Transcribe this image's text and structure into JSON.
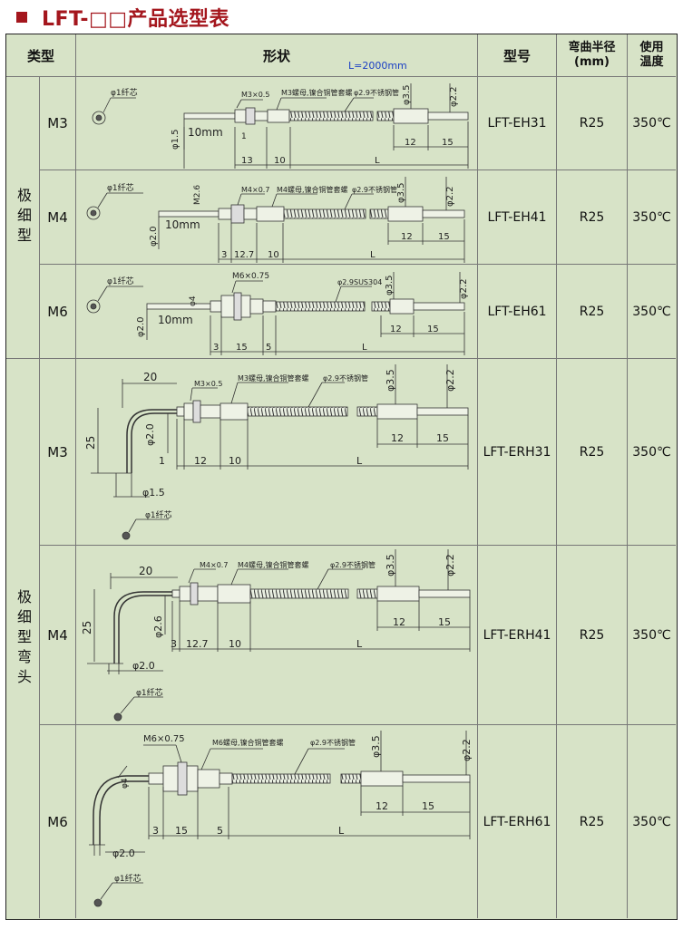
{
  "title": "LFT-□□产品选型表",
  "headers": {
    "type": "类型",
    "shape": "形状",
    "length_note": "L=2000mm",
    "model": "型号",
    "bend_radius_line1": "弯曲半径",
    "bend_radius_line2": "(mm)",
    "temp_line1": "使用",
    "temp_line2": "温度"
  },
  "categories": {
    "fine": "极细型",
    "fine_elbow": "极细型弯头"
  },
  "rows": [
    {
      "size": "M3",
      "model": "LFT-EH31",
      "radius": "R25",
      "temp": "350℃"
    },
    {
      "size": "M4",
      "model": "LFT-EH41",
      "radius": "R25",
      "temp": "350℃"
    },
    {
      "size": "M6",
      "model": "LFT-EH61",
      "radius": "R25",
      "temp": "350℃"
    },
    {
      "size": "M3",
      "model": "LFT-ERH31",
      "radius": "R25",
      "temp": "350℃"
    },
    {
      "size": "M4",
      "model": "LFT-ERH41",
      "radius": "R25",
      "temp": "350℃"
    },
    {
      "size": "M6",
      "model": "LFT-ERH61",
      "radius": "R25",
      "temp": "350℃"
    }
  ],
  "drawings": {
    "straight": [
      {
        "thread": "M3×0.5",
        "nut_note": "M3螺母,镍合铜管套螺",
        "tube": "φ2.9不锈钢管",
        "d_left": "φ1.5",
        "d_mid": "φ3.5",
        "d_tip": "φ2.2",
        "fiber": "φ1纤芯",
        "free_len": "10mm",
        "dims": [
          "13",
          "10",
          "L",
          "12",
          "15"
        ],
        "extra": "1"
      },
      {
        "thread": "M4×0.7",
        "nut_note": "M4螺母,镍合铜管套螺",
        "tube": "φ2.9不锈钢管",
        "d_left": "φ2.0",
        "d_mid": "φ3.5",
        "d_tip": "φ2.2",
        "fiber": "φ1纤芯",
        "free_len": "10mm",
        "dims": [
          "3",
          "12.7",
          "10",
          "L",
          "12",
          "15"
        ],
        "extra": "M2.6"
      },
      {
        "thread": "M6×0.75",
        "nut_note": "",
        "tube": "φ2.9SUS304",
        "d_left": "φ2.0",
        "d_mid": "φ3.5",
        "d_tip": "φ2.2",
        "fiber": "φ1纤芯",
        "free_len": "10mm",
        "dims": [
          "3",
          "15",
          "5",
          "L",
          "12",
          "15"
        ],
        "extra": "φ4"
      }
    ],
    "elbow": [
      {
        "thread": "M3×0.5",
        "nut_note": "M3螺母,镍合铜管套螺",
        "tube": "φ2.9不锈钢管",
        "d_bend": "φ2.0",
        "d_mid": "φ3.5",
        "d_tip": "φ2.2",
        "fiber": "φ1纤芯",
        "bend_w": "20",
        "bend_h": "25",
        "d_low": "φ1.5",
        "dims": [
          "1",
          "12",
          "10",
          "L",
          "12",
          "15"
        ]
      },
      {
        "thread": "M4×0.7",
        "nut_note": "M4螺母,镍合铜管套螺",
        "tube": "φ2.9不锈钢管",
        "d_bend": "φ2.6",
        "d_mid": "φ3.5",
        "d_tip": "φ2.2",
        "fiber": "φ1纤芯",
        "bend_w": "20",
        "bend_h": "25",
        "d_low": "φ2.0",
        "dims": [
          "3",
          "12.7",
          "10",
          "L",
          "12",
          "15"
        ]
      },
      {
        "thread": "M6×0.75",
        "nut_note": "M6螺母,镍合铜管套螺",
        "tube": "φ2.9不锈钢管",
        "d_bend": "φ4",
        "d_mid": "φ3.5",
        "d_tip": "φ2.2",
        "fiber": "φ1纤芯",
        "bend_w": "",
        "bend_h": "",
        "d_low": "φ2.0",
        "dims": [
          "3",
          "15",
          "5",
          "L",
          "12",
          "15"
        ]
      }
    ]
  }
}
